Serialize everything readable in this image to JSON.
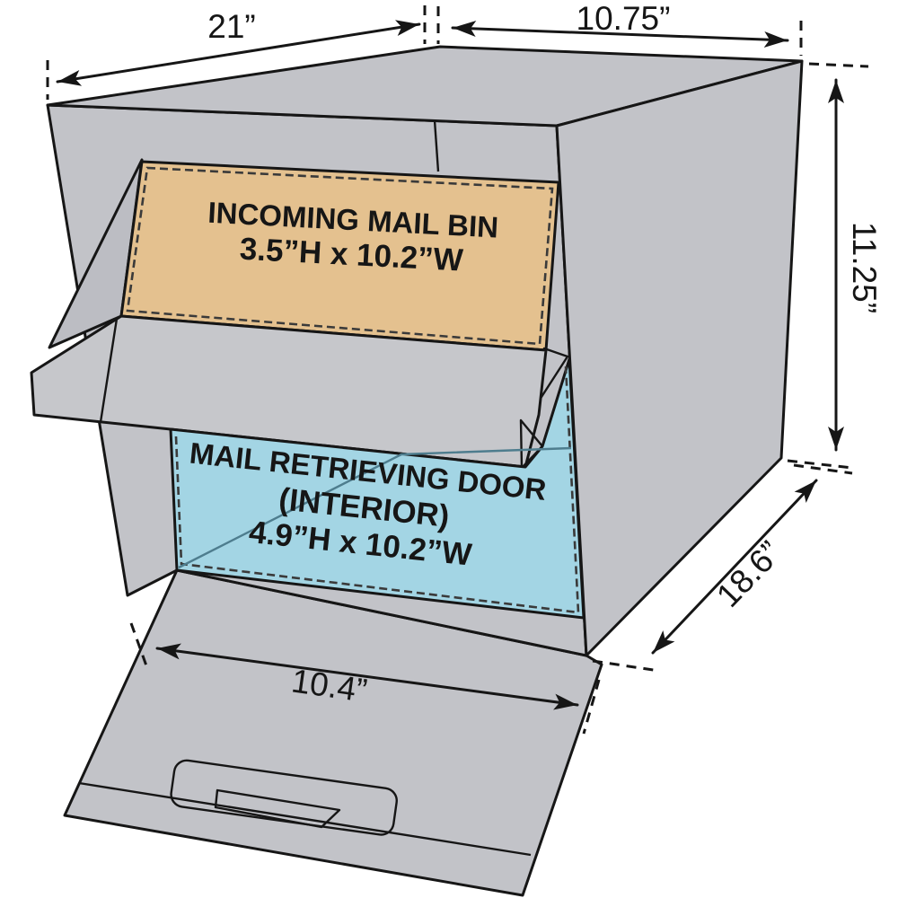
{
  "diagram": {
    "name": "locking-mailbox-dimension-diagram",
    "dimensions": {
      "top_depth": "21”",
      "top_width": "10.75”",
      "right_height": "11.25”",
      "base_depth": "18.6”",
      "door_width": "10.4”"
    },
    "incoming_mail_bin": {
      "line1": "INCOMING MAIL BIN",
      "line2": "3.5”H x 10.2”W"
    },
    "mail_retrieving_door": {
      "line1": "MAIL RETRIEVING DOOR",
      "line2": "(INTERIOR)",
      "line3": "4.9”H x 10.2”W"
    },
    "colors": {
      "body_gray": "#c2c3c8",
      "tray_gray": "#c6c7cb",
      "wing_gray": "#bcbdc3",
      "bin_tan": "#e4c18f",
      "door_blue": "#a3d5e4",
      "outline": "#161616"
    }
  }
}
